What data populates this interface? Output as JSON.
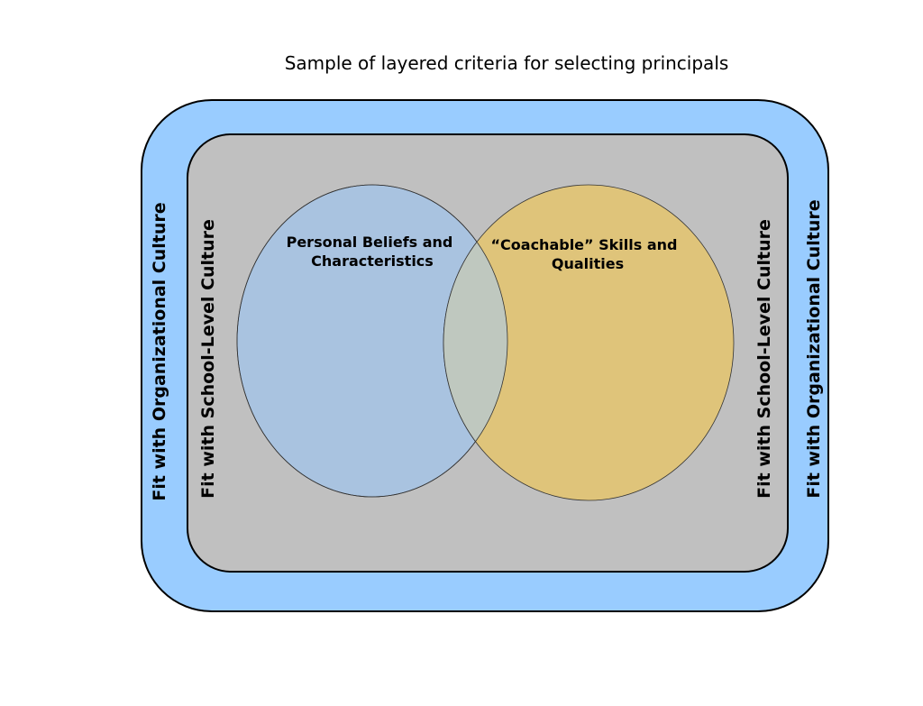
{
  "title": "Sample of layered criteria for selecting principals",
  "outer_layer": {
    "label_left": "Fit with Organizational Culture",
    "label_right": "Fit with Organizational Culture",
    "color": "#99ccff"
  },
  "inner_layer": {
    "label_left": "Fit with School-Level Culture",
    "label_right": "Fit with School-Level Culture",
    "color": "#c0c0c0"
  },
  "circles": [
    {
      "line1": "Personal Beliefs and",
      "line2": "Characteristics",
      "color": "#a9c3e0"
    },
    {
      "line1": "“Coachable” Skills and",
      "line2": "Qualities",
      "color": "#dfc47a"
    }
  ]
}
